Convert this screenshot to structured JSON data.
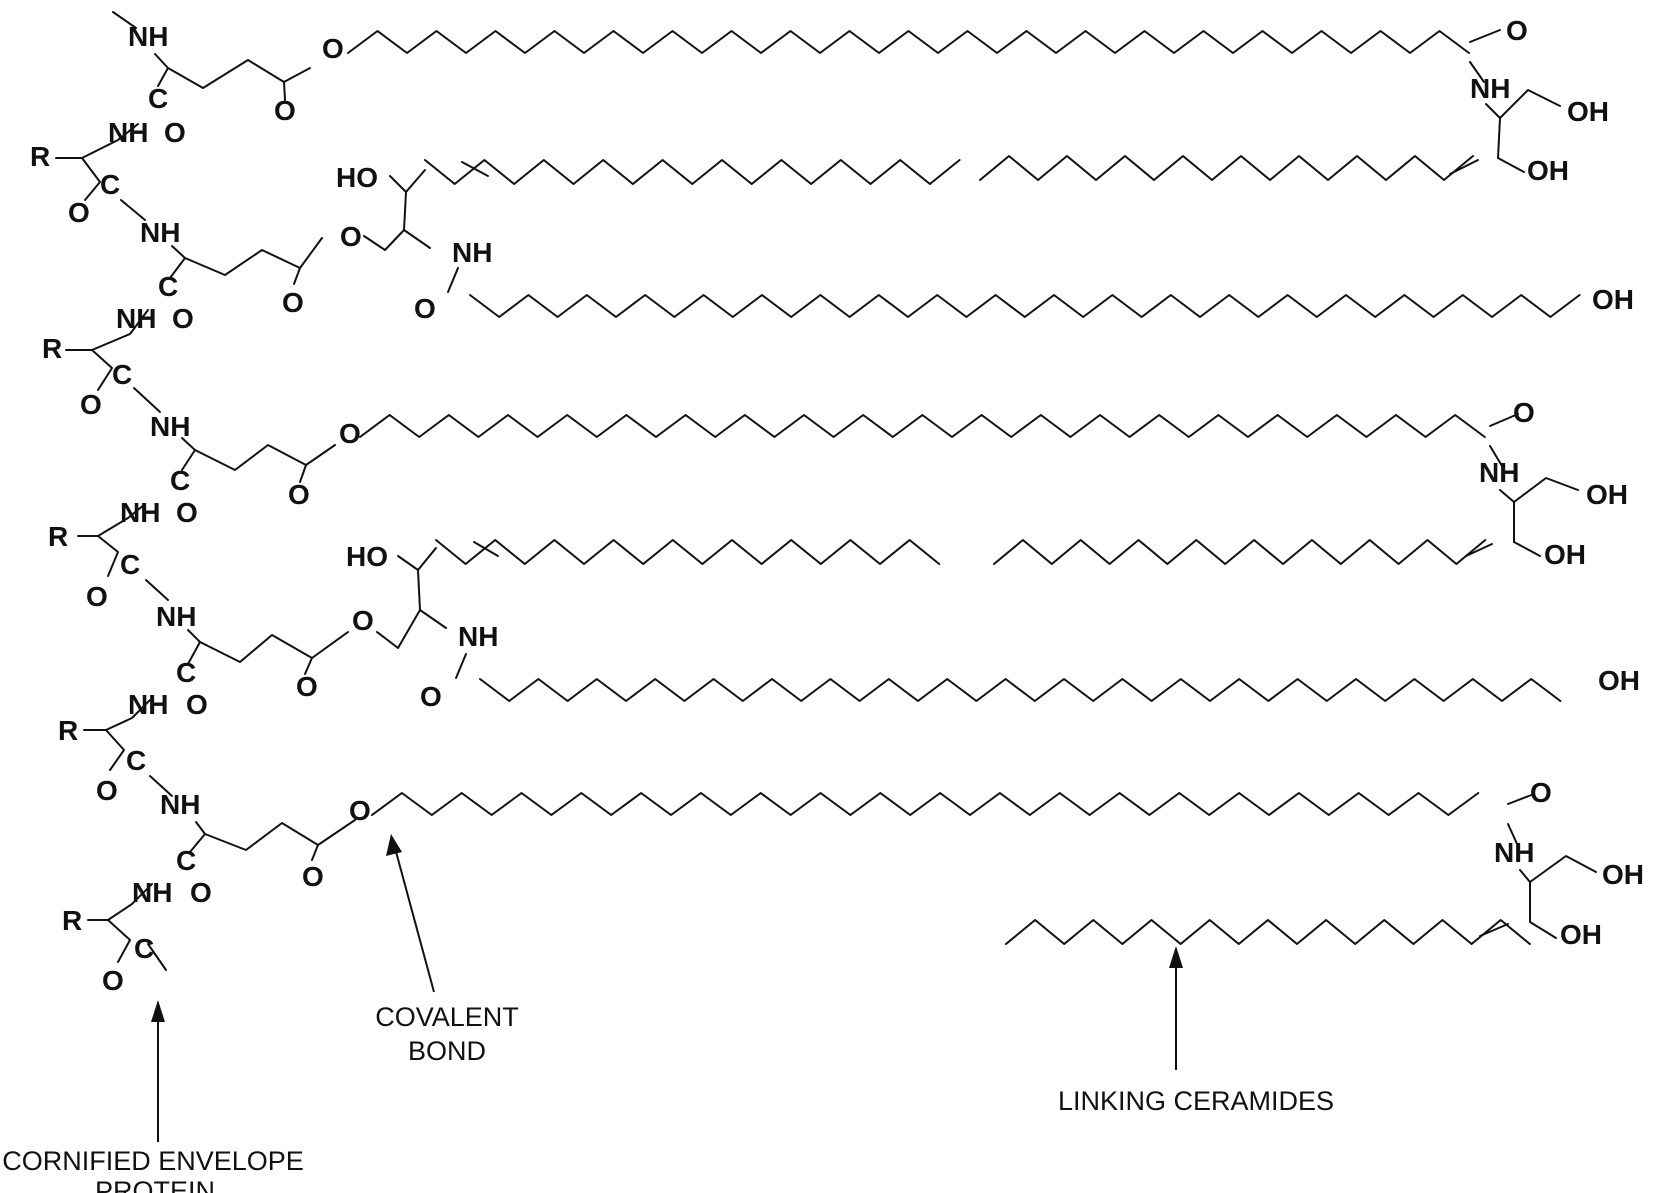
{
  "atoms": {
    "nh": "NH",
    "o": "O",
    "c": "C",
    "r": "R",
    "oh": "OH",
    "ho": "HO"
  },
  "labels": {
    "envelope_line1": "CORNIFIED ENVELOPE",
    "envelope_line2": "PROTEIN",
    "covalent_line1": "COVALENT",
    "covalent_line2": "BOND",
    "linking": "LINKING CERAMIDES"
  }
}
